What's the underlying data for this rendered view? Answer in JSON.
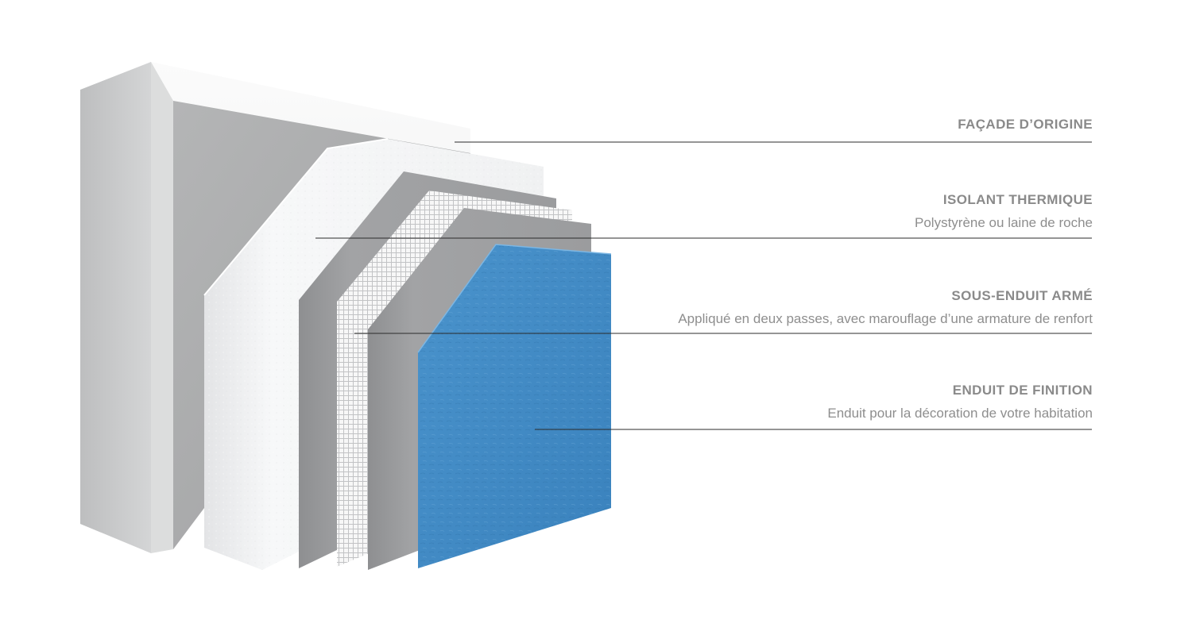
{
  "layers": [
    {
      "id": "facade",
      "title": "FAÇADE D’ORIGINE",
      "subtitle": ""
    },
    {
      "id": "isolant",
      "title": "ISOLANT THERMIQUE",
      "subtitle": "Polystyrène ou laine de roche"
    },
    {
      "id": "sous_enduit",
      "title": "SOUS-ENDUIT ARMÉ",
      "subtitle": "Appliqué en deux passes, avec marouflage d’une armature de renfort"
    },
    {
      "id": "finition",
      "title": "ENDUIT DE FINITION",
      "subtitle": "Enduit pour la décoration de votre habitation"
    }
  ],
  "colors": {
    "wall_front": "#a9aaab",
    "wall_side": "#c9cacb",
    "insulation": "#f2f3f4",
    "base_coat": "#9c9d9f",
    "mesh": "#e9eaeb",
    "finish": "#3f8ac4",
    "leader_line": "#2b2b2b",
    "label_text": "#8a8a8a"
  }
}
